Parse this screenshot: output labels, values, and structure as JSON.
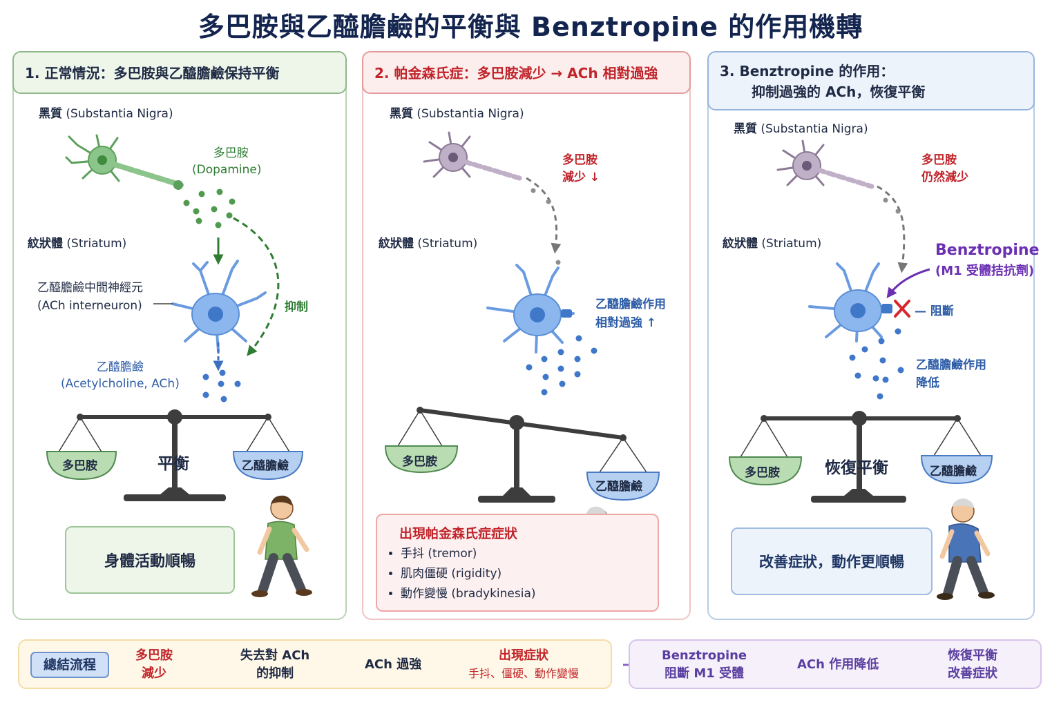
{
  "title": "多巴胺與乙醯膽鹼的平衡與 Benztropine 的作用機轉",
  "panel1": {
    "heading": "1. 正常情況：多巴胺與乙醯膽鹼保持平衡",
    "sn_label_a": "黑質",
    "sn_label_b": "(Substantia Nigra)",
    "da_label_1": "多巴胺",
    "da_label_2": "(Dopamine)",
    "str_label_a": "紋狀體",
    "str_label_b": "(Striatum)",
    "inter_label_1": "乙醯膽鹼中間神經元",
    "inter_label_2": "(ACh interneuron)",
    "inhibit_label": "抑制",
    "ach_label_1": "乙醯膽鹼",
    "ach_label_2": "(Acetylcholine, ACh)",
    "pan_left": "多巴胺",
    "pan_right": "乙醯膽鹼",
    "scale_label": "平衡",
    "result": "身體活動順暢"
  },
  "panel2": {
    "heading": "2. 帕金森氏症：多巴胺減少 → ACh 相對過強",
    "sn_label_a": "黑質",
    "sn_label_b": "(Substantia Nigra)",
    "da_label_1": "多巴胺",
    "da_label_2": "減少 ↓",
    "str_label_a": "紋狀體",
    "str_label_b": "(Striatum)",
    "ach_label_1": "乙醯膽鹼作用",
    "ach_label_2": "相對過強 ↑",
    "pan_left": "多巴胺",
    "pan_right": "乙醯膽鹼",
    "symptoms_heading": "出現帕金森氏症症狀",
    "symptoms": [
      "手抖 (tremor)",
      "肌肉僵硬 (rigidity)",
      "動作變慢 (bradykinesia)"
    ]
  },
  "panel3": {
    "heading_1": "3.  Benztropine 的作用：",
    "heading_2": "抑制過強的 ACh，恢復平衡",
    "sn_label_a": "黑質",
    "sn_label_b": "(Substantia Nigra)",
    "da_label_1": "多巴胺",
    "da_label_2": "仍然減少",
    "str_label_a": "紋狀體",
    "str_label_b": "(Striatum)",
    "drug_label_1": "Benztropine",
    "drug_label_2": "(M1 受體拮抗劑)",
    "block_label": "— 阻斷",
    "ach_label_1": "乙醯膽鹼作用",
    "ach_label_2": "降低",
    "pan_left": "多巴胺",
    "pan_right": "乙醯膽鹼",
    "scale_label": "恢復平衡",
    "result": "改善症狀，動作更順暢"
  },
  "summary": {
    "tag": "總結流程",
    "s1_a": "多巴胺",
    "s1_b": "減少",
    "s2_a": "失去對 ACh",
    "s2_b": "的抑制",
    "s3": "ACh 過強",
    "s4_a": "出現症狀",
    "s4_b": "手抖、僵硬、動作變慢",
    "s5_a": "Benztropine",
    "s5_b": "阻斷 M1 受體",
    "s6": "ACh 作用降低",
    "s7_a": "恢復平衡",
    "s7_b": "改善症狀"
  },
  "colors": {
    "green": "#5aa05a",
    "red": "#c0242a",
    "blue": "#4d86d6",
    "purple": "#6b2fb3",
    "navy": "#13254f"
  }
}
